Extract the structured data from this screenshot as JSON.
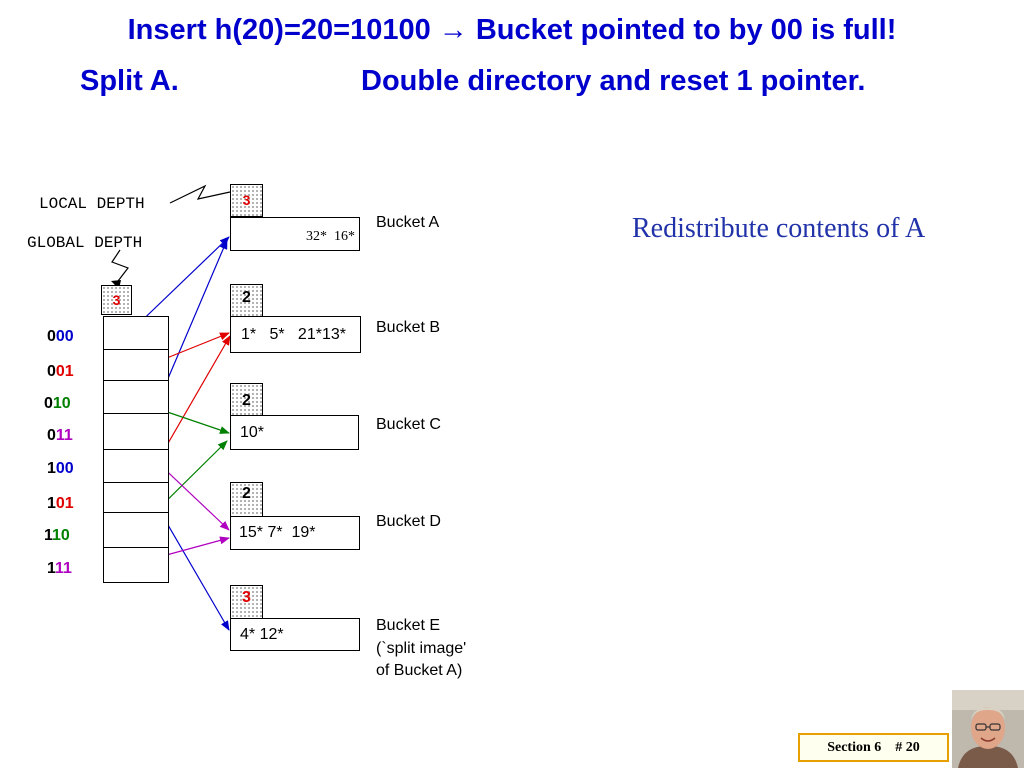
{
  "title": {
    "line1": "Insert h(20)=20=10100 → Bucket pointed to by 00 is full!",
    "line2_left": "Split A.",
    "line2_right": "Double directory and reset 1 pointer."
  },
  "labels": {
    "local_depth": "LOCAL DEPTH",
    "global_depth": "GLOBAL DEPTH"
  },
  "global_depth_value": "3",
  "directory": [
    {
      "high": "0",
      "low": "00"
    },
    {
      "high": "0",
      "low": "01"
    },
    {
      "high": "0",
      "low": "10"
    },
    {
      "high": "0",
      "low": "11"
    },
    {
      "high": "1",
      "low": "00"
    },
    {
      "high": "1",
      "low": "01"
    },
    {
      "high": "1",
      "low": "10"
    },
    {
      "high": "1",
      "low": "11"
    }
  ],
  "buckets": [
    {
      "name": "Bucket A",
      "depth": "3",
      "contents": "32*  16*"
    },
    {
      "name": "Bucket B",
      "depth": "2",
      "contents": "1*   5*   21*13*"
    },
    {
      "name": "Bucket C",
      "depth": "2",
      "contents": "10*"
    },
    {
      "name": "Bucket D",
      "depth": "2",
      "contents": "15* 7*  19*"
    },
    {
      "name": "Bucket E",
      "name_line2": "(`split image'",
      "name_line3": "of Bucket A)",
      "depth": "3",
      "contents": "4* 12*"
    }
  ],
  "note": "Redistribute contents of A",
  "footer": {
    "section": "Section 6",
    "slide": "# 20"
  },
  "colors": {
    "title": "#0000cc",
    "red": "#e00000",
    "blue": "#0000cc",
    "green": "#008000",
    "purple": "#b000c0",
    "footer_border": "#e8a000"
  }
}
